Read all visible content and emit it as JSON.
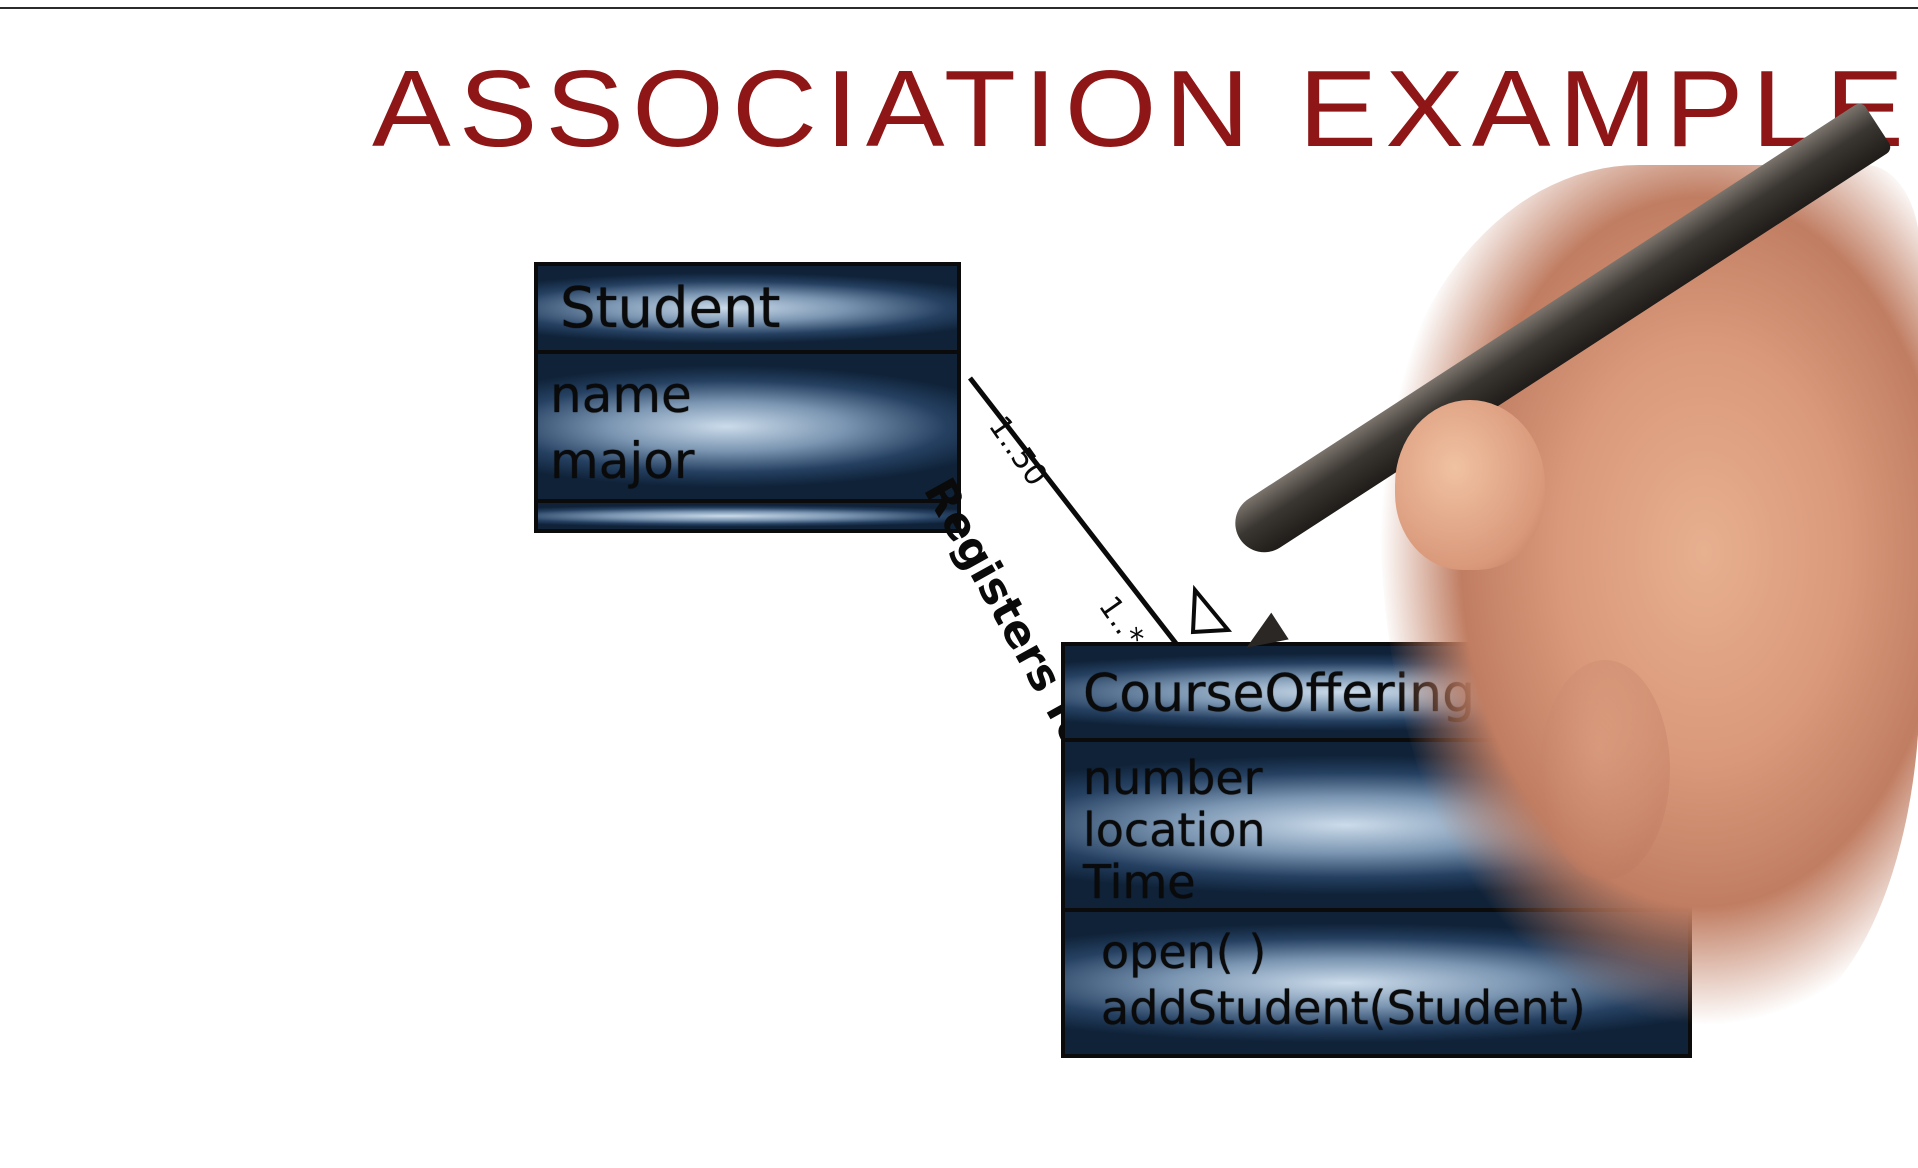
{
  "title": "ASSOCIATION EXAMPLE",
  "classes": {
    "student": {
      "name": "Student",
      "attributes": [
        "name",
        "major"
      ],
      "operations": []
    },
    "course_offering": {
      "name": "CourseOffering",
      "attributes": [
        "number",
        "location",
        "Time"
      ],
      "operations": [
        "open( )",
        "addStudent(Student)"
      ]
    }
  },
  "association": {
    "label": "Registers for",
    "direction_icon": "triangle-arrow-icon",
    "multiplicity_student_end": "1..50",
    "multiplicity_course_end": "1..*"
  },
  "colors": {
    "title": "#8f1616",
    "box_fill_light": "#d6e6f5",
    "box_fill_dark": "#0f2238",
    "ink": "#0a0a0a"
  }
}
